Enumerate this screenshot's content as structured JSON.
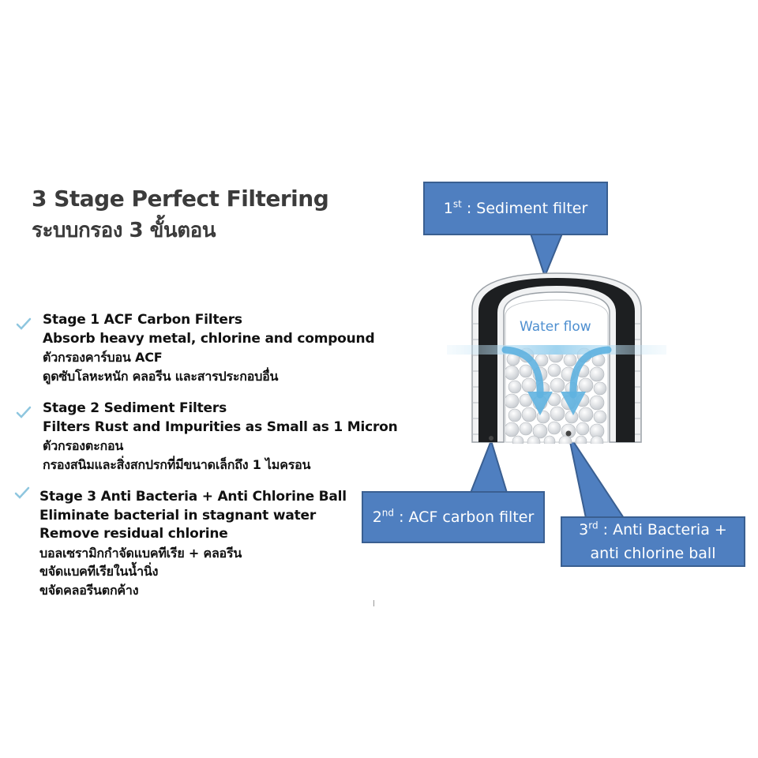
{
  "title": {
    "line1": "3 Stage Perfect Filtering",
    "line2": "ระบบกรอง 3 ขั้นตอน"
  },
  "stages": [
    {
      "lines": [
        "Stage 1 ACF Carbon Filters",
        "Absorb heavy metal, chlorine and compound",
        "ตัวกรองคาร์บอน ACF",
        "ดูดซับโลหะหนัก คลอรีน และสารประกอบอื่น"
      ]
    },
    {
      "lines": [
        "Stage 2 Sediment Filters",
        "Filters Rust and Impurities as Small as 1 Micron",
        "ตัวกรองตะกอน",
        "กรองสนิมและสิ่งสกปรกที่มีขนาดเล็กถึง 1 ไมครอน"
      ]
    },
    {
      "lines": [
        "Stage 3 Anti Bacteria + Anti Chlorine Ball",
        "Eliminate bacterial in stagnant water",
        "Remove residual chlorine",
        "บอลเซรามิกกำจัดแบคทีเรีย + คลอรีน",
        "ขจัดแบคทีเรียในน้ำนิ่ง",
        "ขจัดคลอรีนตกค้าง"
      ]
    }
  ],
  "callouts": {
    "first": {
      "num": "1",
      "sup": "st",
      "text": " : Sediment filter"
    },
    "second": {
      "num": "2",
      "sup": "nd",
      "text": " : ACF carbon filter"
    },
    "third": {
      "num": "3",
      "sup": "rd",
      "text": " : Anti Bacteria +",
      "line2": "anti chlorine ball"
    }
  },
  "diagram": {
    "water_flow_label": "Water flow"
  },
  "colors": {
    "callout_fill": "#4f7fc0",
    "check": "#8ec6df",
    "flow_arrow": "#5fb2e0",
    "label_blue": "#4e8fd0"
  }
}
